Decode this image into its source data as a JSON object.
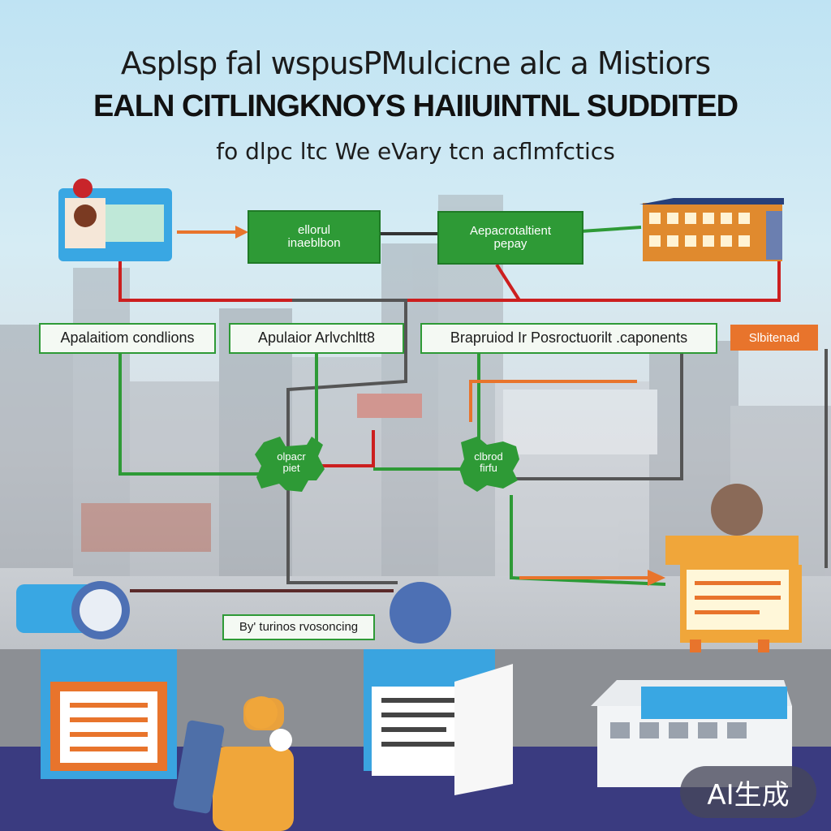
{
  "header": {
    "line1": "Asplsp  fal wspusPMulcicne  alc  a Mistiors",
    "line2": "EALN CITLINGKNOYS HAIIUINTNL SUDDITED",
    "line3": "fo dlpc ltc We eVary tcn acflmfctics"
  },
  "flow": {
    "editorial_box": "ellorul\ninaeblbon",
    "appointment_box": "Aepacrotaltient\npepay",
    "conditions_box": "Apalaitiom condlions",
    "advocate_box": "Apulaior Arlvchltt8",
    "reproduction_box": "Brapruiod Ir Posroctuorilt .caponents",
    "submitted_box": "Slbitenad",
    "gear_left": "olpacr\npiet",
    "gear_right": "clbrod\nfirfu",
    "reasoning_box": "By' turinos rvosoncing"
  },
  "watermark": "AI生成",
  "colors": {
    "accent_green": "#2e9a36",
    "accent_orange": "#e8742c",
    "accent_red": "#cc1f1f",
    "accent_blue": "#39a7e3"
  }
}
